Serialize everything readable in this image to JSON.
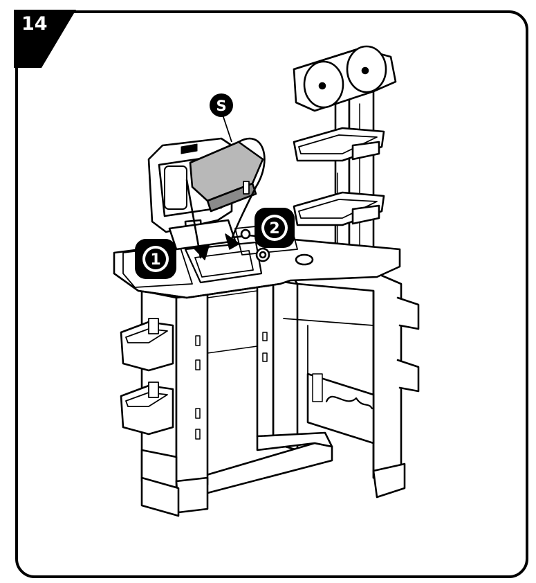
{
  "step": {
    "number": "14"
  },
  "callouts": [
    {
      "id": "1",
      "label": "1"
    },
    {
      "id": "2",
      "label": "2"
    },
    {
      "id": "S",
      "label": "S"
    }
  ],
  "colors": {
    "ink": "#000000",
    "paper": "#ffffff",
    "shade": "#b8b8b8",
    "shade_dark": "#8a8a8a"
  }
}
